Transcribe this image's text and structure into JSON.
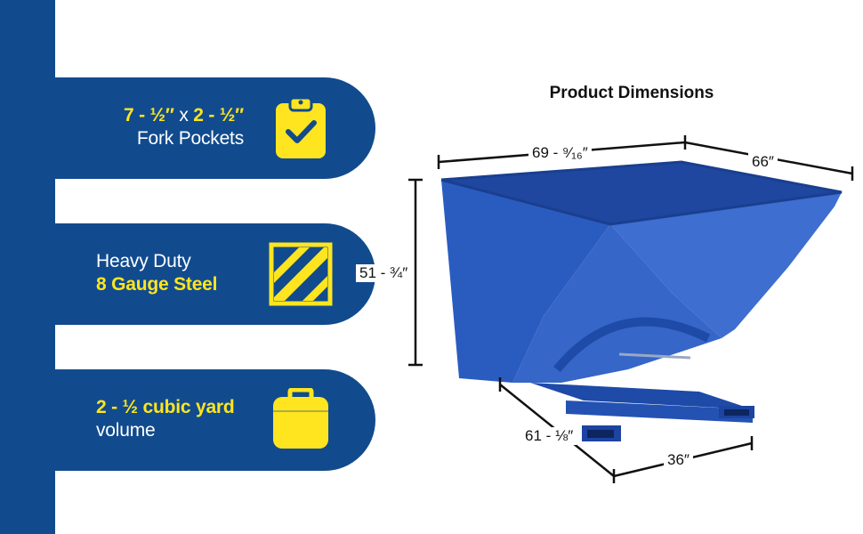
{
  "features": [
    {
      "lines": [
        {
          "segments": [
            {
              "text": "7 - ½″",
              "yellow": true
            },
            {
              "text": " x ",
              "yellow": false
            },
            {
              "text": "2 - ½″",
              "yellow": true
            }
          ]
        },
        {
          "segments": [
            {
              "text": "Fork Pockets",
              "yellow": false
            }
          ]
        }
      ],
      "icon": "clipboard-check-icon"
    },
    {
      "lines": [
        {
          "segments": [
            {
              "text": "Heavy Duty",
              "yellow": false
            }
          ]
        },
        {
          "segments": [
            {
              "text": "8 Gauge Steel",
              "yellow": true
            }
          ]
        }
      ],
      "icon": "diagonal-stripes-icon"
    },
    {
      "lines": [
        {
          "segments": [
            {
              "text": "2 - ½ cubic yard",
              "yellow": true
            }
          ]
        },
        {
          "segments": [
            {
              "text": "volume",
              "yellow": false
            }
          ]
        }
      ],
      "icon": "cube-box-icon"
    }
  ],
  "dimensions": {
    "title": "Product Dimensions",
    "width": "69 - ⁹⁄₁₆″",
    "depth": "66″",
    "height": "51 - ¾″",
    "base_depth": "61 - ⅛″",
    "base_width": "36″"
  },
  "colors": {
    "navy": "#114b8e",
    "yellow": "#ffe51f",
    "hopper_blue": "#2f5fbf"
  }
}
